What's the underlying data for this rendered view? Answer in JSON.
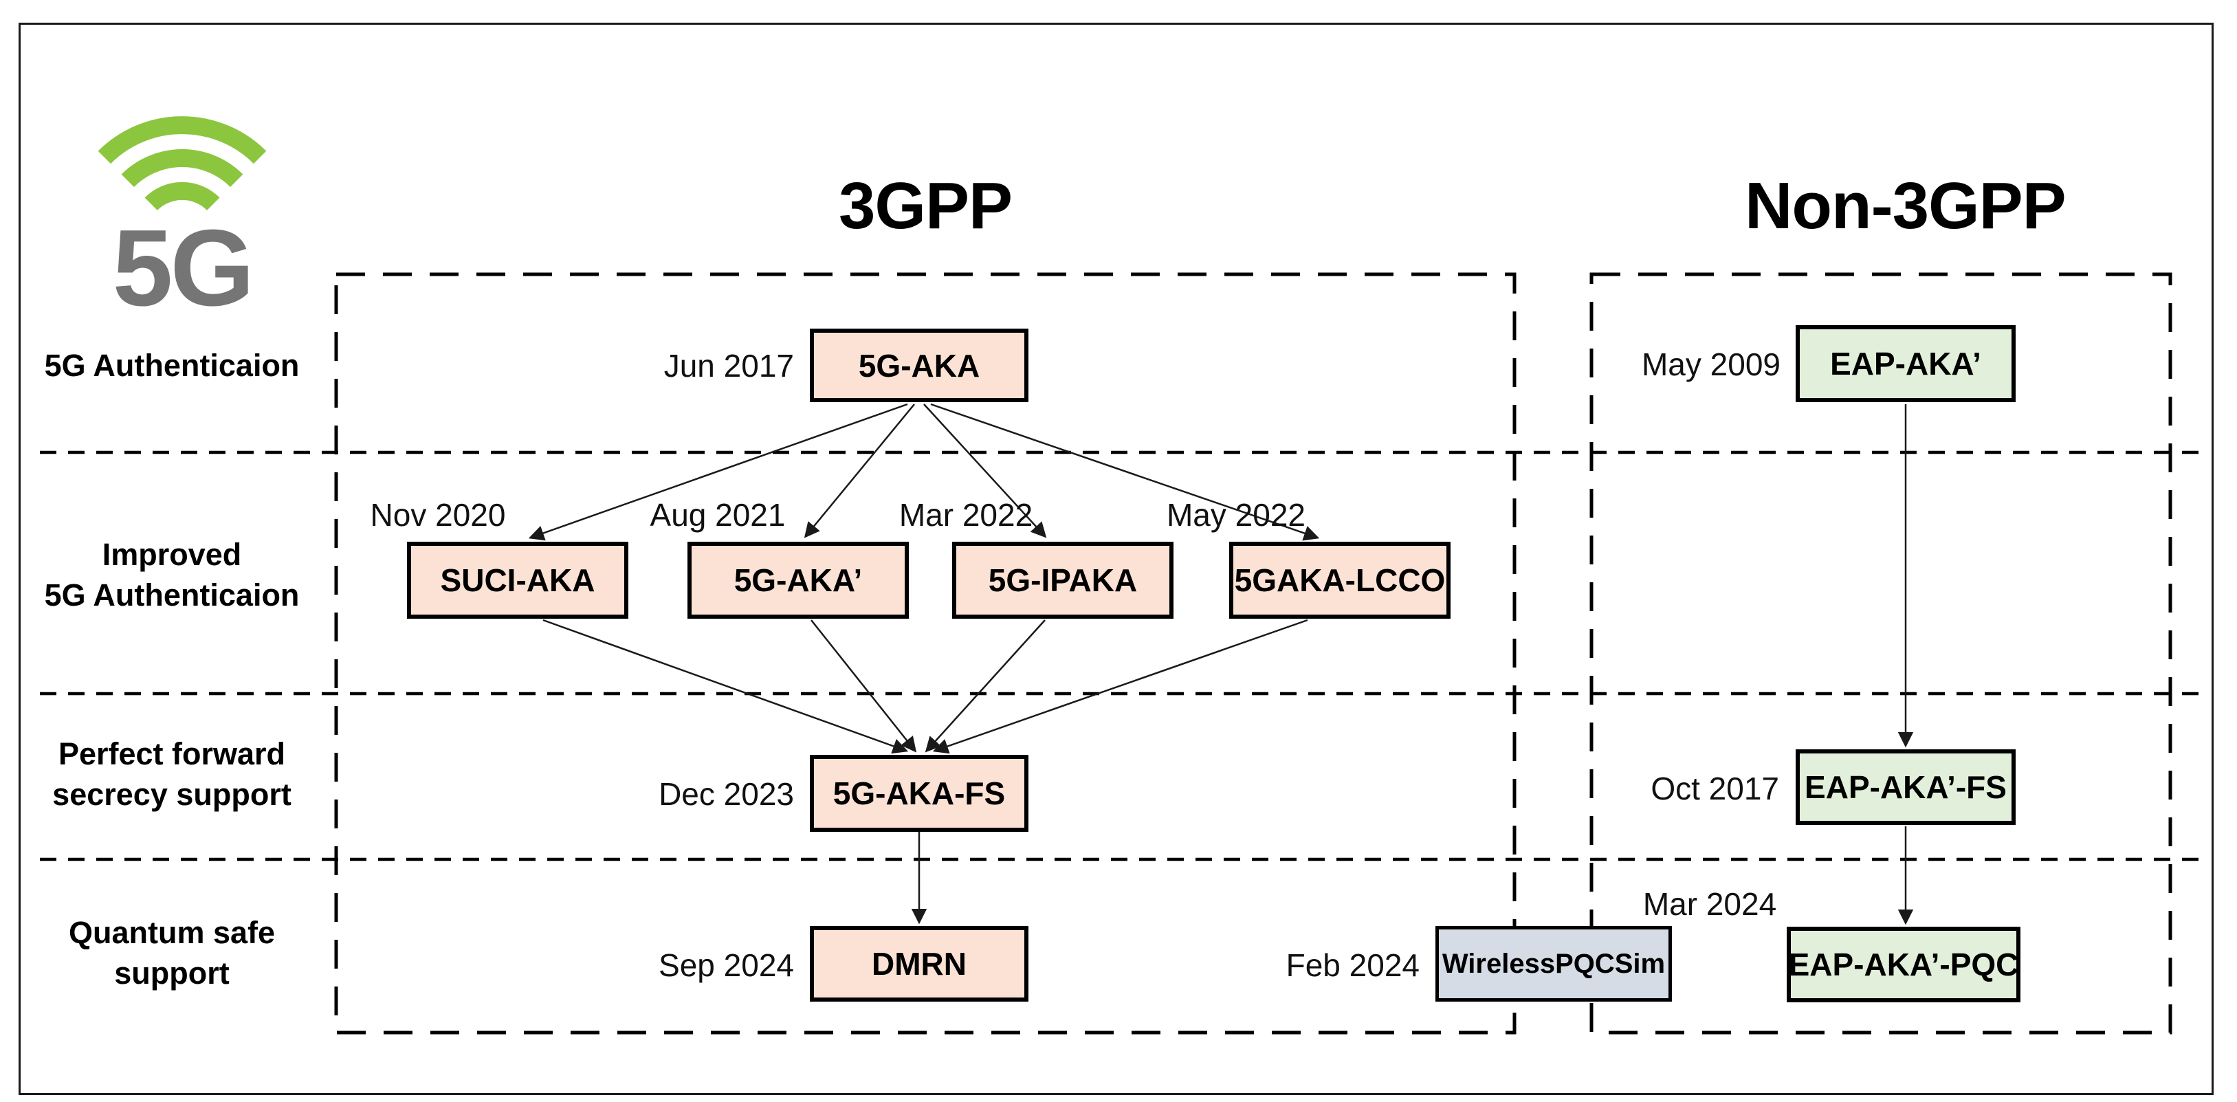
{
  "logo": {
    "text": "5G",
    "arc_color": "#8CC63F",
    "text_color": "#757575"
  },
  "headers": {
    "left": "3GPP",
    "right": "Non-3GPP"
  },
  "row_labels": [
    {
      "lines": [
        "5G Authenticaion",
        ""
      ]
    },
    {
      "lines": [
        "Improved",
        "5G Authenticaion"
      ]
    },
    {
      "lines": [
        "Perfect forward",
        "secrecy support"
      ]
    },
    {
      "lines": [
        "Quantum safe",
        "support"
      ]
    }
  ],
  "colors": {
    "protocol_3gpp": "#fbe2d4",
    "protocol_non3gpp": "#e2efda",
    "simulator": "#d6dce5",
    "line": "#1a1a1a"
  },
  "nodes": [
    {
      "date": "Jun 2017",
      "name": "5G-AKA"
    },
    {
      "date": "Nov 2020",
      "name": "SUCI-AKA"
    },
    {
      "date": "Aug 2021",
      "name": "5G-AKA’"
    },
    {
      "date": "Mar 2022",
      "name": "5G-IPAKA"
    },
    {
      "date": "May 2022",
      "name": "5GAKA-LCCO"
    },
    {
      "date": "Dec 2023",
      "name": "5G-AKA-FS"
    },
    {
      "date": "Sep 2024",
      "name": "DMRN"
    },
    {
      "date": "Feb 2024",
      "name": "WirelessPQCSim"
    },
    {
      "date": "May 2009",
      "name": "EAP-AKA’"
    },
    {
      "date": "Oct 2017",
      "name": "EAP-AKA’-FS"
    },
    {
      "date": "Mar 2024",
      "name": "EAP-AKA’-PQC"
    }
  ]
}
